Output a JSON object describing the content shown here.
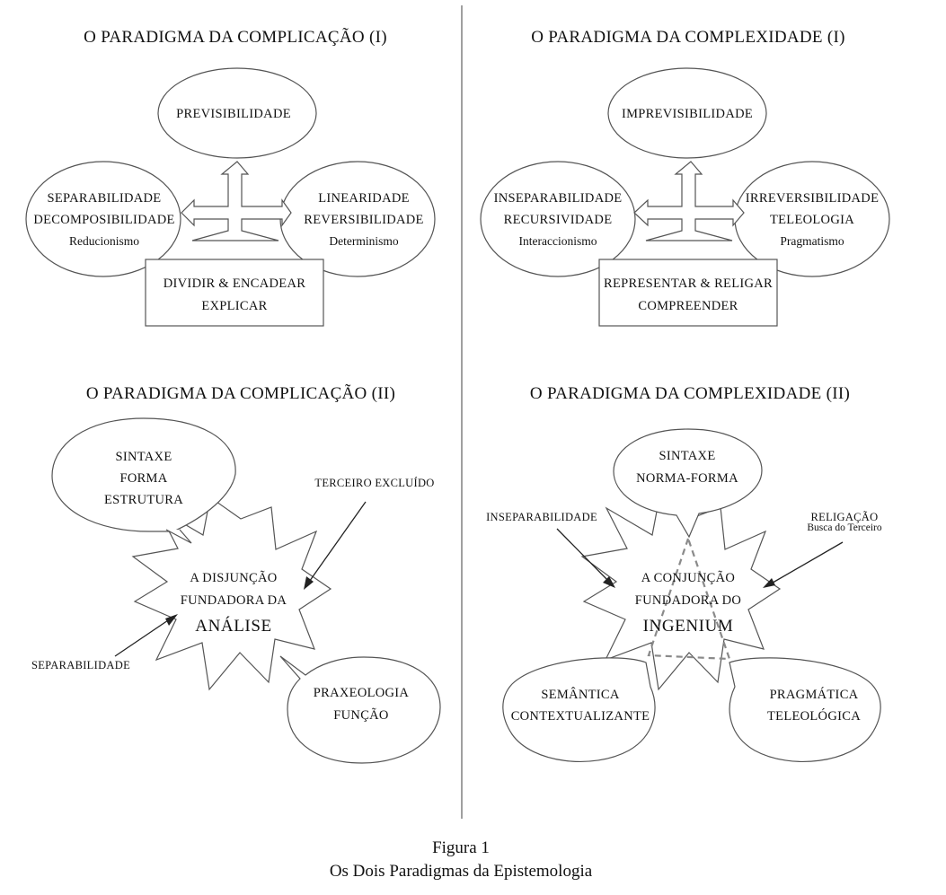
{
  "quadrants": {
    "top_left": {
      "title": "O PARADIGMA DA COMPLICAÇÃO (I)",
      "top": "PREVISIBILIDADE",
      "left": [
        "SEPARABILIDADE",
        "DECOMPOSIBILIDADE",
        "Reducionismo"
      ],
      "right": [
        "LINEARIDADE",
        "REVERSIBILIDADE",
        "Determinismo"
      ],
      "box": [
        "DIVIDIR & ENCADEAR",
        "EXPLICAR"
      ]
    },
    "top_right": {
      "title": "O PARADIGMA DA COMPLEXIDADE (I)",
      "top": "IMPREVISIBILIDADE",
      "left": [
        "INSEPARABILIDADE",
        "RECURSIVIDADE",
        "Interaccionismo"
      ],
      "right": [
        "IRREVERSIBILIDADE",
        "TELEOLOGIA",
        "Pragmatismo"
      ],
      "box": [
        "REPRESENTAR & RELIGAR",
        "COMPREENDER"
      ]
    },
    "bottom_left": {
      "title": "O PARADIGMA DA COMPLICAÇÃO (II)",
      "bubble_top": [
        "SINTAXE",
        "FORMA",
        "ESTRUTURA"
      ],
      "bubble_bottom": [
        "PRAXEOLOGIA",
        "FUNÇÃO"
      ],
      "star": [
        "A DISJUNÇÃO",
        "FUNDADORA DA",
        "ANÁLISE"
      ],
      "label_right": "TERCEIRO EXCLUÍDO",
      "label_left": "SEPARABILIDADE"
    },
    "bottom_right": {
      "title": "O PARADIGMA DA COMPLEXIDADE (II)",
      "bubble_top": [
        "SINTAXE",
        "NORMA-FORMA"
      ],
      "bubble_left": [
        "SEMÂNTICA",
        "CONTEXTUALIZANTE"
      ],
      "bubble_right": [
        "PRAGMÁTICA",
        "TELEOLÓGICA"
      ],
      "star": [
        "A CONJUNÇÃO",
        "FUNDADORA DO",
        "INGENIUM"
      ],
      "label_left": "INSEPARABILIDADE",
      "label_right": "RELIGAÇÃO",
      "label_right_sub": "Busca do Terceiro"
    }
  },
  "caption": {
    "line1": "Figura 1",
    "line2": "Os Dois Paradigmas da Epistemologia"
  }
}
